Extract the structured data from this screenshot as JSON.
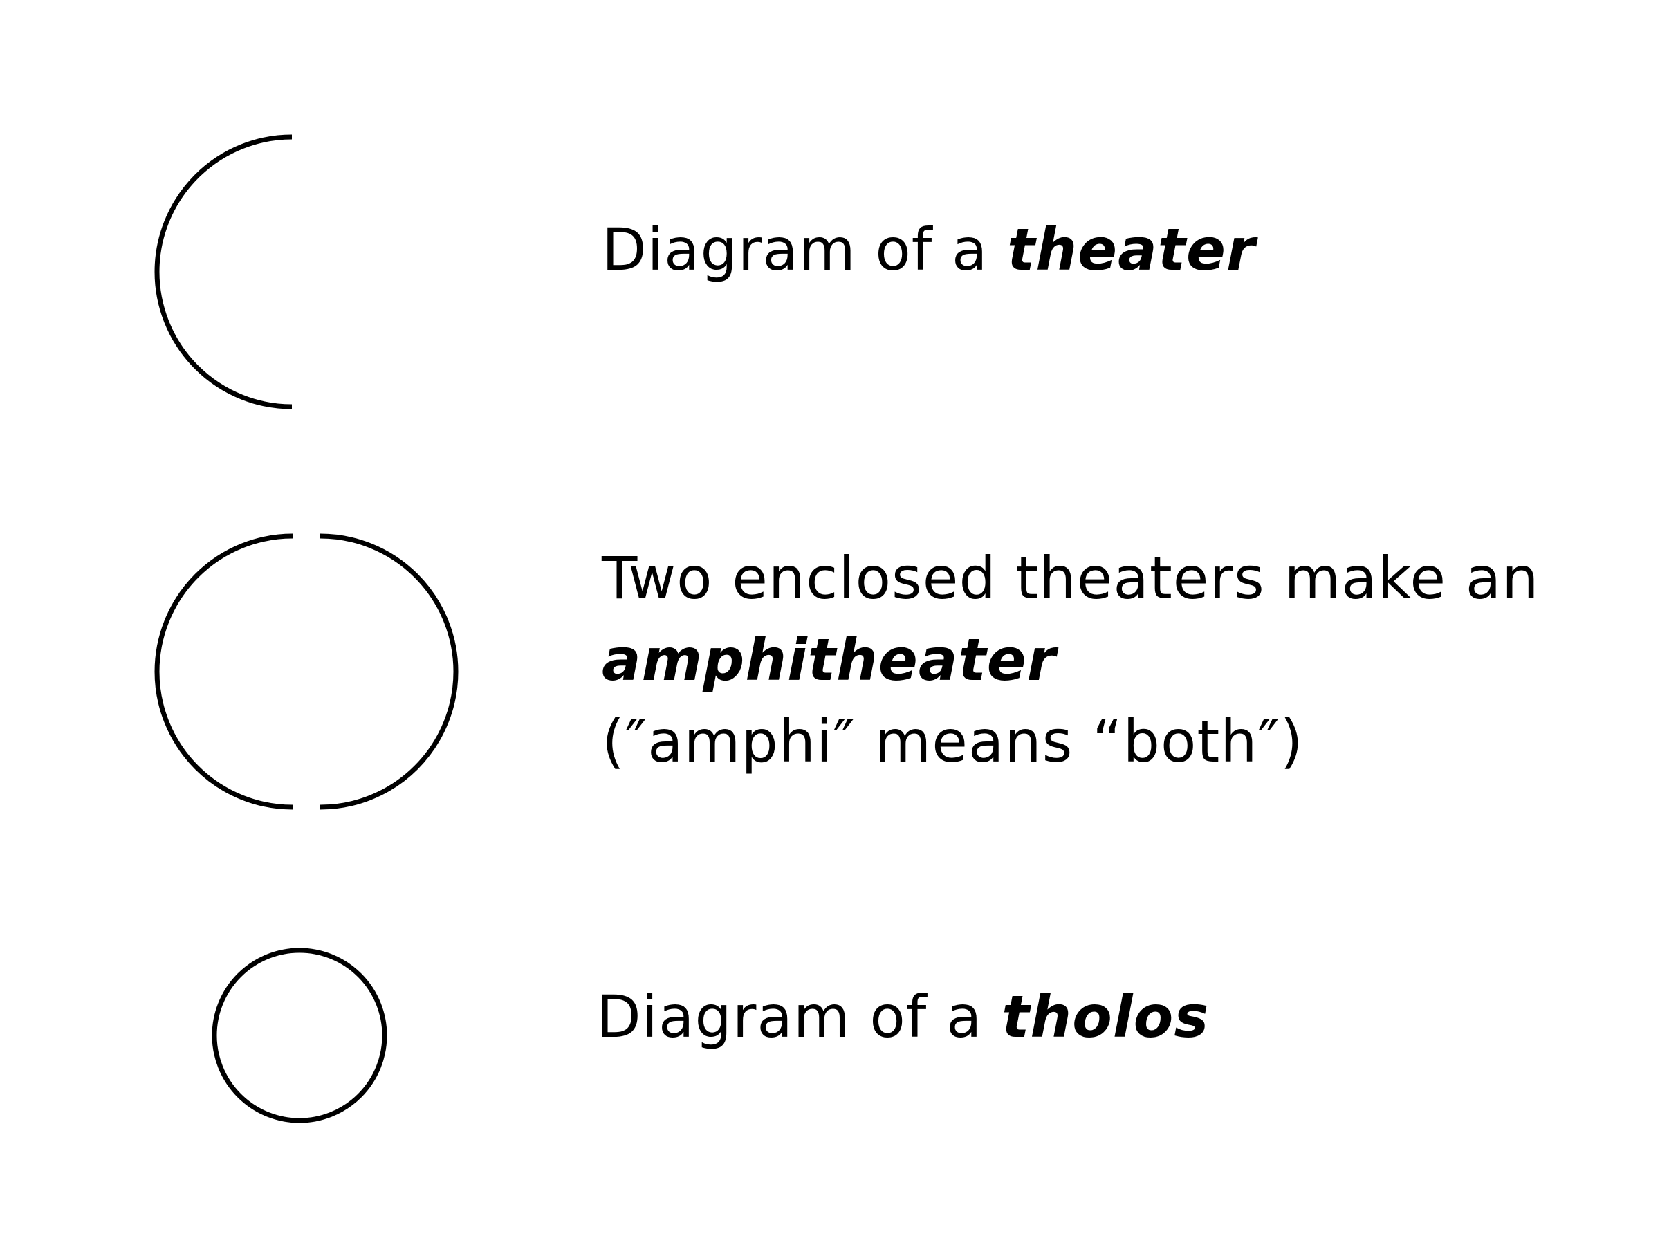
{
  "colors": {
    "background": "#ffffff",
    "ink": "#000000"
  },
  "theater": {
    "prefix": "Diagram of a ",
    "term": "theater"
  },
  "amphitheater": {
    "line1": "Two enclosed theaters make an",
    "term": "amphitheater",
    "line3": "(″amphi″ means “both″)"
  },
  "tholos": {
    "prefix": "Diagram of a ",
    "term": "tholos"
  }
}
